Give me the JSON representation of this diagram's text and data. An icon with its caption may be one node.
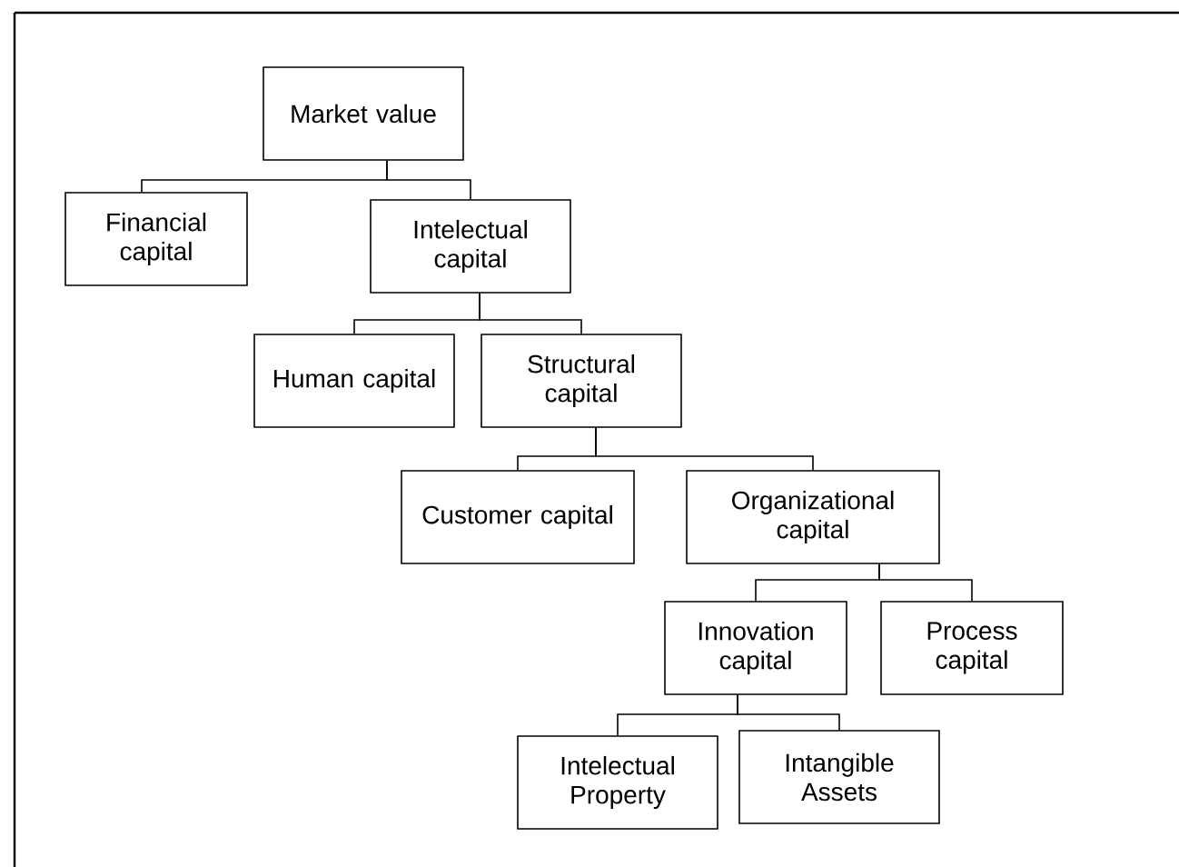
{
  "diagram": {
    "nodes": [
      {
        "text": [
          "Market value"
        ]
      },
      {
        "text": [
          "Financial capital"
        ]
      },
      {
        "text": [
          "Intelectual capital"
        ]
      },
      {
        "text": [
          "Human capital"
        ]
      },
      {
        "text": [
          "Structural capital"
        ]
      },
      {
        "text": [
          "Customer capital"
        ]
      },
      {
        "text": [
          "Organizational capital"
        ]
      },
      {
        "text": [
          "Innovation capital"
        ]
      },
      {
        "text": [
          "Process capital"
        ]
      },
      {
        "text": [
          "Intelectual Property"
        ]
      },
      {
        "text": [
          "Intangible Assets"
        ]
      }
    ],
    "edges": [
      {
        "from": 0,
        "to": 1,
        "arrow": "none"
      },
      {
        "from": 0,
        "to": 2,
        "arrow": "none"
      },
      {
        "from": 2,
        "to": 3,
        "arrow": "none"
      },
      {
        "from": 2,
        "to": 4,
        "arrow": "none"
      },
      {
        "from": 4,
        "to": 5,
        "arrow": "none"
      },
      {
        "from": 4,
        "to": 6,
        "arrow": "none"
      },
      {
        "from": 6,
        "to": 7,
        "arrow": "none"
      },
      {
        "from": 6,
        "to": 8,
        "arrow": "none"
      },
      {
        "from": 7,
        "to": 9,
        "arrow": "none"
      },
      {
        "from": 7,
        "to": 10,
        "arrow": "none"
      }
    ]
  }
}
